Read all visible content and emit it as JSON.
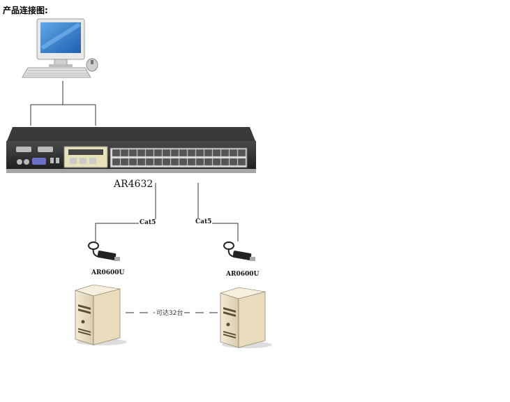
{
  "heading": "产品连接图:",
  "switch": {
    "model": "AR4632"
  },
  "cable_left": "Cat5",
  "cable_right": "Cat5",
  "adapter_left": "AR0600U",
  "adapter_right": "AR0600U",
  "server_count": "可达32台",
  "icons": {
    "console": "desktop-computer-icon",
    "switch": "kvm-switch-icon",
    "adapter": "usb-adapter-icon",
    "server": "tower-server-icon"
  }
}
